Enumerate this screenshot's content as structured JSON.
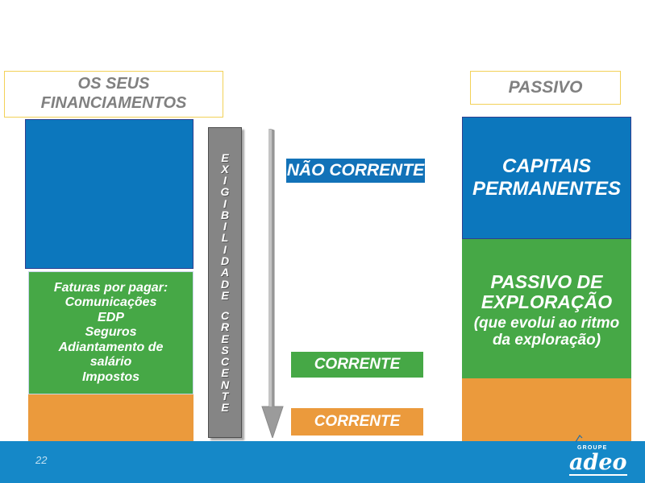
{
  "slide": {
    "page_number": "22",
    "background": "#ffffff"
  },
  "colors": {
    "blue": "#0c77bd",
    "green": "#46a846",
    "orange": "#eb9a3c",
    "gray_bar": "#858585",
    "footer_blue": "#1588c8",
    "title_border": "#f2d157",
    "title_text": "#808080",
    "label_blue": "#1272b8"
  },
  "left_column": {
    "title": "OS SEUS FINANCIAMENTOS",
    "blue_segment": {
      "label": ""
    },
    "green_segment": {
      "lines": [
        "Faturas por pagar:",
        "Comunicações",
        "EDP",
        "Seguros",
        "Adiantamento de",
        "salário",
        "Impostos"
      ]
    },
    "orange_segment": {
      "label": ""
    }
  },
  "middle": {
    "vertical_bar_text": "EXIGIBILIDADE CRESCENTE",
    "vertical_letters": [
      "E",
      "X",
      "I",
      "G",
      "I",
      "B",
      "I",
      "L",
      "I",
      "D",
      "A",
      "D",
      "E",
      "",
      "C",
      "R",
      "E",
      "S",
      "C",
      "E",
      "N",
      "T",
      "E"
    ],
    "arrow_direction": "down",
    "labels": [
      {
        "text": "NÃO CORRENTE",
        "color": "#1272b8"
      },
      {
        "text": "CORRENTE",
        "color": "#46a846"
      },
      {
        "text": "CORRENTE",
        "color": "#eb9a3c"
      }
    ]
  },
  "right_column": {
    "title": "PASSIVO",
    "blue_segment": {
      "lines": [
        "CAPITAIS",
        "PERMANENTES"
      ]
    },
    "green_segment": {
      "heading": "PASSIVO DE EXPLORAÇÃO",
      "note": "(que evolui ao ritmo da exploração)"
    },
    "orange_segment": {
      "label": ""
    }
  },
  "footer": {
    "page_number": "22",
    "brand": {
      "top": "GROUPE",
      "name": "adeo"
    }
  }
}
